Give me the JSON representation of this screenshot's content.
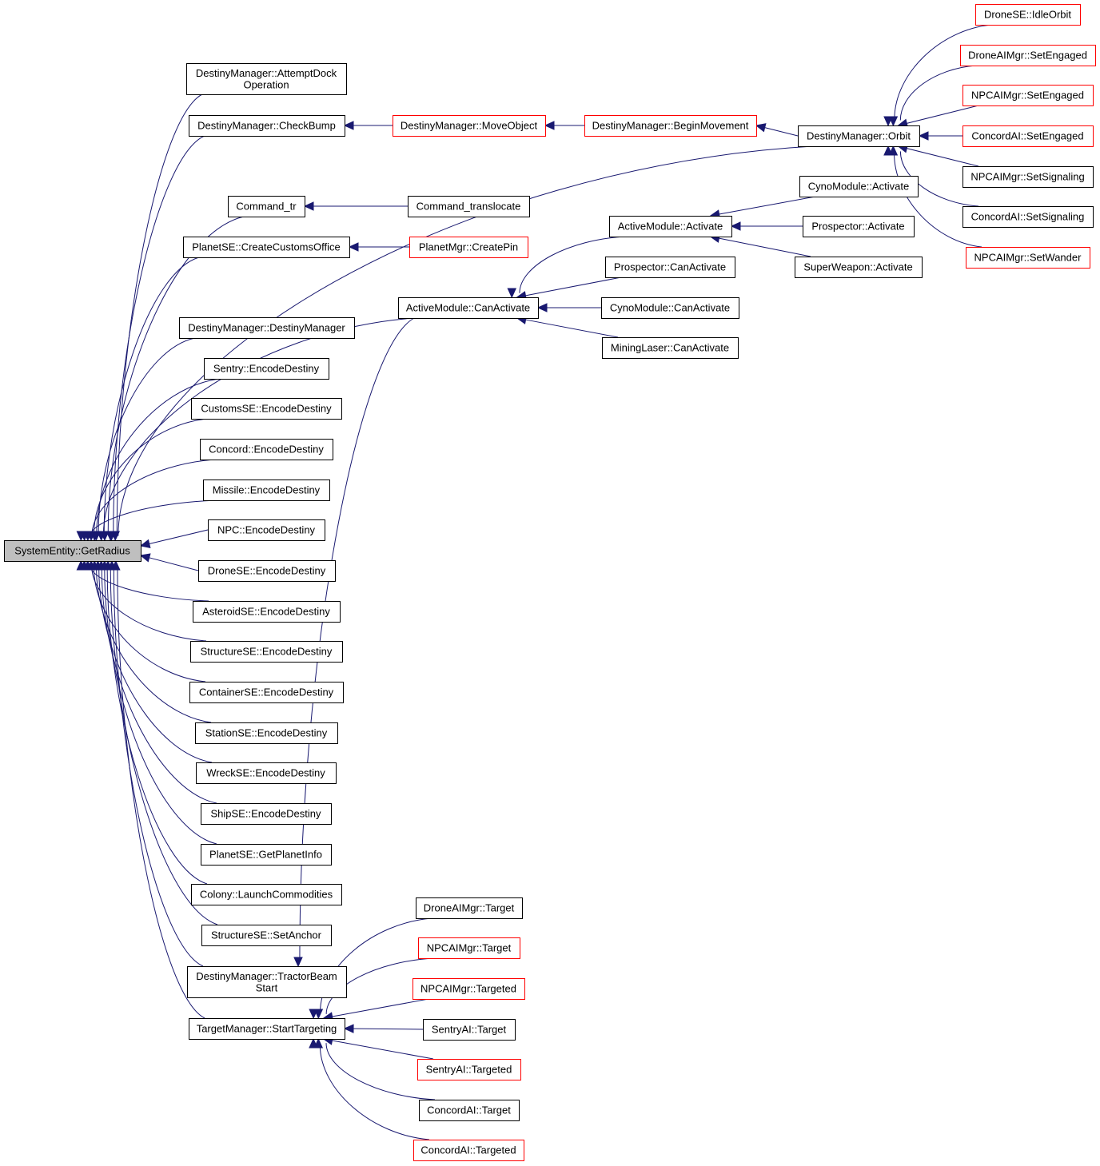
{
  "diagram": {
    "title": "SystemEntity::GetRadius caller graph",
    "colors": {
      "edge": "#191970",
      "root_fill": "#bfbfbf",
      "undocumented_border": "#ff0000",
      "documented_border": "#000000"
    },
    "nodes": [
      {
        "id": "root",
        "lines": [
          "SystemEntity::GetRadius"
        ],
        "style": "root"
      },
      {
        "id": "attemptDock",
        "lines": [
          "DestinyManager::AttemptDock",
          "Operation"
        ],
        "style": "normal"
      },
      {
        "id": "checkBump",
        "lines": [
          "DestinyManager::CheckBump"
        ],
        "style": "normal"
      },
      {
        "id": "moveObject",
        "lines": [
          "DestinyManager::MoveObject"
        ],
        "style": "red"
      },
      {
        "id": "beginMovement",
        "lines": [
          "DestinyManager::BeginMovement"
        ],
        "style": "red"
      },
      {
        "id": "orbit",
        "lines": [
          "DestinyManager::Orbit"
        ],
        "style": "normal"
      },
      {
        "id": "droneIdleOrbit",
        "lines": [
          "DroneSE::IdleOrbit"
        ],
        "style": "red"
      },
      {
        "id": "droneAISetEngaged",
        "lines": [
          "DroneAIMgr::SetEngaged"
        ],
        "style": "red"
      },
      {
        "id": "npcAISetEngaged",
        "lines": [
          "NPCAIMgr::SetEngaged"
        ],
        "style": "red"
      },
      {
        "id": "concordSetEngaged",
        "lines": [
          "ConcordAI::SetEngaged"
        ],
        "style": "red"
      },
      {
        "id": "npcAISetSignaling",
        "lines": [
          "NPCAIMgr::SetSignaling"
        ],
        "style": "normal"
      },
      {
        "id": "concordSetSignaling",
        "lines": [
          "ConcordAI::SetSignaling"
        ],
        "style": "normal"
      },
      {
        "id": "npcAISetWander",
        "lines": [
          "NPCAIMgr::SetWander"
        ],
        "style": "red"
      },
      {
        "id": "commandTr",
        "lines": [
          "Command_tr"
        ],
        "style": "normal"
      },
      {
        "id": "commandTranslocate",
        "lines": [
          "Command_translocate"
        ],
        "style": "normal"
      },
      {
        "id": "createCustomsOffice",
        "lines": [
          "PlanetSE::CreateCustomsOffice"
        ],
        "style": "normal"
      },
      {
        "id": "createPin",
        "lines": [
          "PlanetMgr::CreatePin"
        ],
        "style": "red"
      },
      {
        "id": "amActivate",
        "lines": [
          "ActiveModule::Activate"
        ],
        "style": "normal"
      },
      {
        "id": "cynoActivate",
        "lines": [
          "CynoModule::Activate"
        ],
        "style": "normal"
      },
      {
        "id": "prospectorActivate",
        "lines": [
          "Prospector::Activate"
        ],
        "style": "normal"
      },
      {
        "id": "superWeaponActivate",
        "lines": [
          "SuperWeapon::Activate"
        ],
        "style": "normal"
      },
      {
        "id": "amCanActivate",
        "lines": [
          "ActiveModule::CanActivate"
        ],
        "style": "normal"
      },
      {
        "id": "prospectorCanActivate",
        "lines": [
          "Prospector::CanActivate"
        ],
        "style": "normal"
      },
      {
        "id": "cynoCanActivate",
        "lines": [
          "CynoModule::CanActivate"
        ],
        "style": "normal"
      },
      {
        "id": "miningCanActivate",
        "lines": [
          "MiningLaser::CanActivate"
        ],
        "style": "normal"
      },
      {
        "id": "destinyCtor",
        "lines": [
          "DestinyManager::DestinyManager"
        ],
        "style": "normal"
      },
      {
        "id": "sentryEncode",
        "lines": [
          "Sentry::EncodeDestiny"
        ],
        "style": "normal"
      },
      {
        "id": "customsEncode",
        "lines": [
          "CustomsSE::EncodeDestiny"
        ],
        "style": "normal"
      },
      {
        "id": "concordEncode",
        "lines": [
          "Concord::EncodeDestiny"
        ],
        "style": "normal"
      },
      {
        "id": "missileEncode",
        "lines": [
          "Missile::EncodeDestiny"
        ],
        "style": "normal"
      },
      {
        "id": "npcEncode",
        "lines": [
          "NPC::EncodeDestiny"
        ],
        "style": "normal"
      },
      {
        "id": "droneEncode",
        "lines": [
          "DroneSE::EncodeDestiny"
        ],
        "style": "normal"
      },
      {
        "id": "asteroidEncode",
        "lines": [
          "AsteroidSE::EncodeDestiny"
        ],
        "style": "normal"
      },
      {
        "id": "structureEncode",
        "lines": [
          "StructureSE::EncodeDestiny"
        ],
        "style": "normal"
      },
      {
        "id": "containerEncode",
        "lines": [
          "ContainerSE::EncodeDestiny"
        ],
        "style": "normal"
      },
      {
        "id": "stationEncode",
        "lines": [
          "StationSE::EncodeDestiny"
        ],
        "style": "normal"
      },
      {
        "id": "wreckEncode",
        "lines": [
          "WreckSE::EncodeDestiny"
        ],
        "style": "normal"
      },
      {
        "id": "shipEncode",
        "lines": [
          "ShipSE::EncodeDestiny"
        ],
        "style": "normal"
      },
      {
        "id": "planetInfo",
        "lines": [
          "PlanetSE::GetPlanetInfo"
        ],
        "style": "normal"
      },
      {
        "id": "launchCommodities",
        "lines": [
          "Colony::LaunchCommodities"
        ],
        "style": "normal"
      },
      {
        "id": "setAnchor",
        "lines": [
          "StructureSE::SetAnchor"
        ],
        "style": "normal"
      },
      {
        "id": "tractorBeam",
        "lines": [
          "DestinyManager::TractorBeam",
          "Start"
        ],
        "style": "normal"
      },
      {
        "id": "startTargeting",
        "lines": [
          "TargetManager::StartTargeting"
        ],
        "style": "normal"
      },
      {
        "id": "droneAITarget",
        "lines": [
          "DroneAIMgr::Target"
        ],
        "style": "normal"
      },
      {
        "id": "npcAITarget",
        "lines": [
          "NPCAIMgr::Target"
        ],
        "style": "red"
      },
      {
        "id": "npcAITargeted",
        "lines": [
          "NPCAIMgr::Targeted"
        ],
        "style": "red"
      },
      {
        "id": "sentryAITarget",
        "lines": [
          "SentryAI::Target"
        ],
        "style": "normal"
      },
      {
        "id": "sentryAITargeted",
        "lines": [
          "SentryAI::Targeted"
        ],
        "style": "red"
      },
      {
        "id": "concordAITarget",
        "lines": [
          "ConcordAI::Target"
        ],
        "style": "normal"
      },
      {
        "id": "concordAITargeted",
        "lines": [
          "ConcordAI::Targeted"
        ],
        "style": "red"
      }
    ],
    "edges": [
      {
        "from": "attemptDock",
        "to": "root"
      },
      {
        "from": "checkBump",
        "to": "root"
      },
      {
        "from": "orbit",
        "to": "root"
      },
      {
        "from": "commandTr",
        "to": "root"
      },
      {
        "from": "createCustomsOffice",
        "to": "root"
      },
      {
        "from": "amCanActivate",
        "to": "root"
      },
      {
        "from": "destinyCtor",
        "to": "root"
      },
      {
        "from": "sentryEncode",
        "to": "root"
      },
      {
        "from": "customsEncode",
        "to": "root"
      },
      {
        "from": "concordEncode",
        "to": "root"
      },
      {
        "from": "missileEncode",
        "to": "root"
      },
      {
        "from": "npcEncode",
        "to": "root"
      },
      {
        "from": "droneEncode",
        "to": "root"
      },
      {
        "from": "asteroidEncode",
        "to": "root"
      },
      {
        "from": "structureEncode",
        "to": "root"
      },
      {
        "from": "containerEncode",
        "to": "root"
      },
      {
        "from": "stationEncode",
        "to": "root"
      },
      {
        "from": "wreckEncode",
        "to": "root"
      },
      {
        "from": "shipEncode",
        "to": "root"
      },
      {
        "from": "planetInfo",
        "to": "root"
      },
      {
        "from": "launchCommodities",
        "to": "root"
      },
      {
        "from": "setAnchor",
        "to": "root"
      },
      {
        "from": "tractorBeam",
        "to": "root"
      },
      {
        "from": "startTargeting",
        "to": "root"
      },
      {
        "from": "moveObject",
        "to": "checkBump"
      },
      {
        "from": "beginMovement",
        "to": "moveObject"
      },
      {
        "from": "orbit",
        "to": "beginMovement"
      },
      {
        "from": "droneIdleOrbit",
        "to": "orbit"
      },
      {
        "from": "droneAISetEngaged",
        "to": "orbit"
      },
      {
        "from": "npcAISetEngaged",
        "to": "orbit"
      },
      {
        "from": "concordSetEngaged",
        "to": "orbit"
      },
      {
        "from": "npcAISetSignaling",
        "to": "orbit"
      },
      {
        "from": "concordSetSignaling",
        "to": "orbit"
      },
      {
        "from": "npcAISetWander",
        "to": "orbit"
      },
      {
        "from": "commandTranslocate",
        "to": "commandTr"
      },
      {
        "from": "createPin",
        "to": "createCustomsOffice"
      },
      {
        "from": "amActivate",
        "to": "amCanActivate"
      },
      {
        "from": "prospectorCanActivate",
        "to": "amCanActivate"
      },
      {
        "from": "cynoCanActivate",
        "to": "amCanActivate"
      },
      {
        "from": "miningCanActivate",
        "to": "amCanActivate"
      },
      {
        "from": "cynoActivate",
        "to": "amActivate"
      },
      {
        "from": "prospectorActivate",
        "to": "amActivate"
      },
      {
        "from": "superWeaponActivate",
        "to": "amActivate"
      },
      {
        "from": "amCanActivate",
        "to": "tractorBeam"
      },
      {
        "from": "droneAITarget",
        "to": "startTargeting"
      },
      {
        "from": "npcAITarget",
        "to": "startTargeting"
      },
      {
        "from": "npcAITargeted",
        "to": "startTargeting"
      },
      {
        "from": "sentryAITarget",
        "to": "startTargeting"
      },
      {
        "from": "sentryAITargeted",
        "to": "startTargeting"
      },
      {
        "from": "concordAITarget",
        "to": "startTargeting"
      },
      {
        "from": "concordAITargeted",
        "to": "startTargeting"
      }
    ]
  }
}
